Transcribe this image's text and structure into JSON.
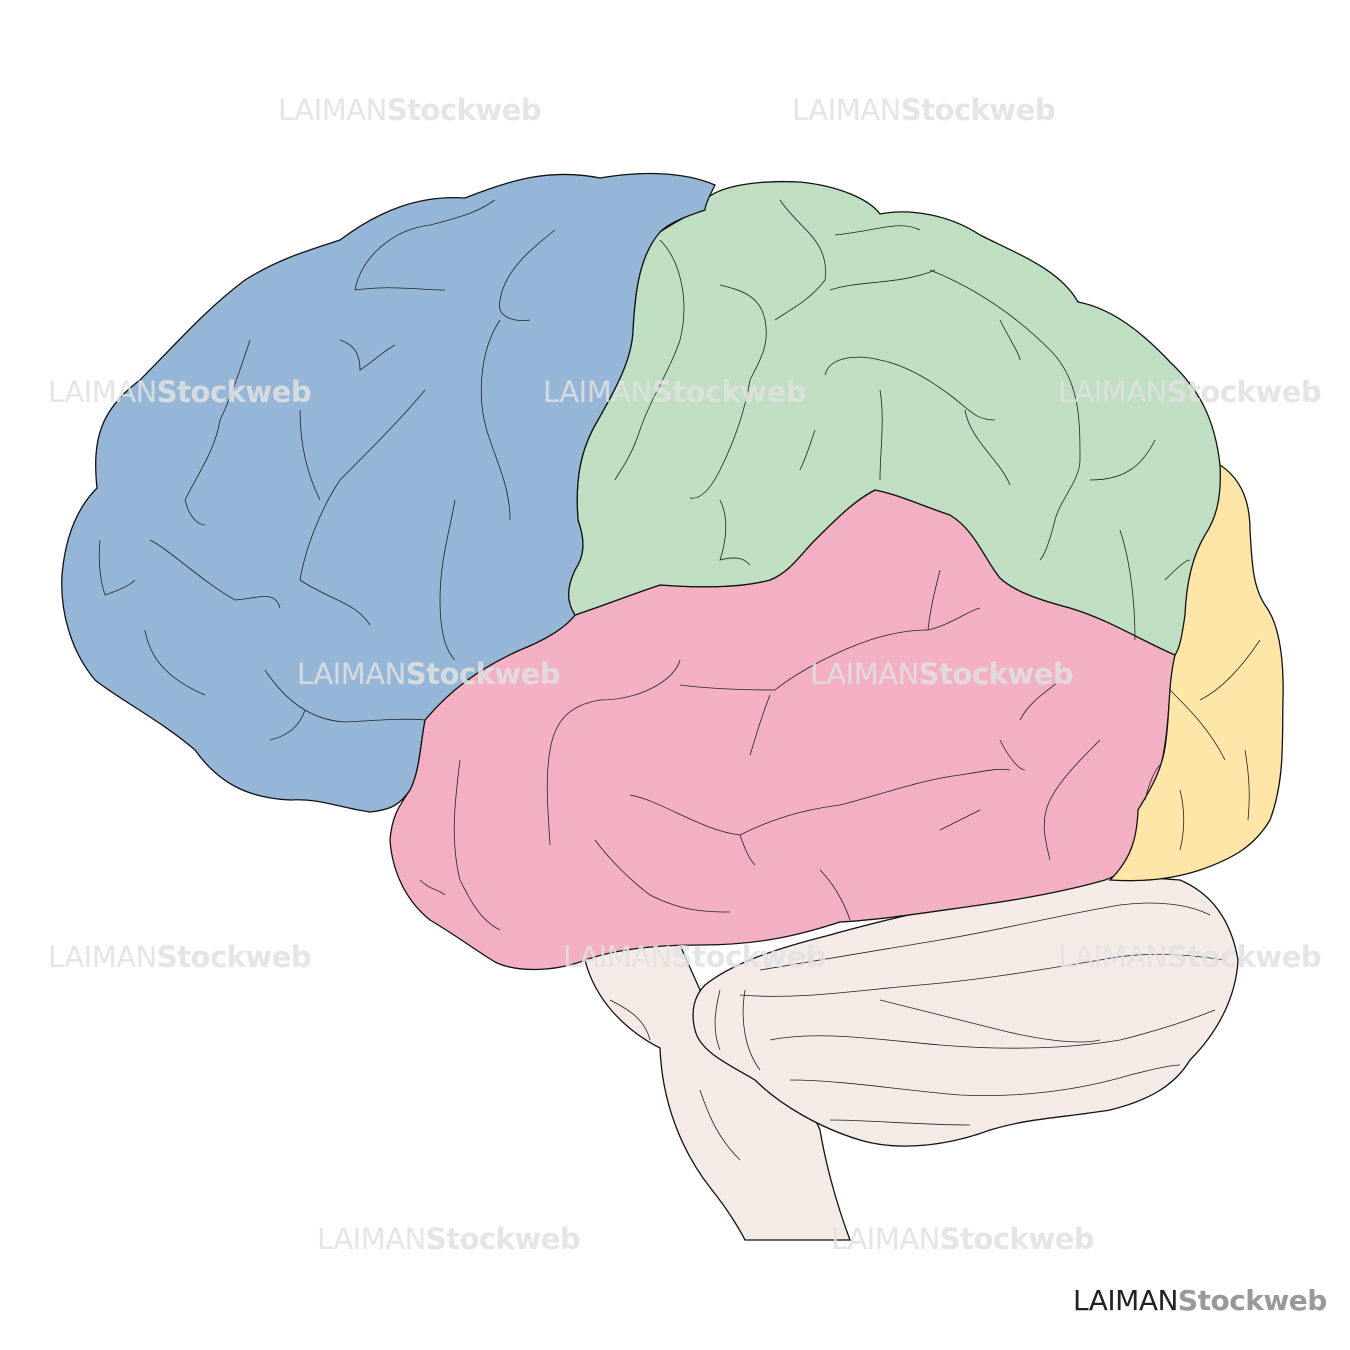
{
  "watermark": {
    "brand": "LAIMAN",
    "product": "Stockweb"
  },
  "logo": {
    "brand": "LAIMAN",
    "product": "Stockweb"
  },
  "regions": [
    {
      "name": "frontal-lobe",
      "color": "#96b6d8"
    },
    {
      "name": "parietal-lobe",
      "color": "#bfdec2"
    },
    {
      "name": "temporal-lobe",
      "color": "#f2b0c2"
    },
    {
      "name": "occipital-lobe",
      "color": "#fde6a8"
    },
    {
      "name": "cerebellum",
      "color": "#f4ebe6"
    },
    {
      "name": "brainstem",
      "color": "#f4ebe6"
    }
  ]
}
